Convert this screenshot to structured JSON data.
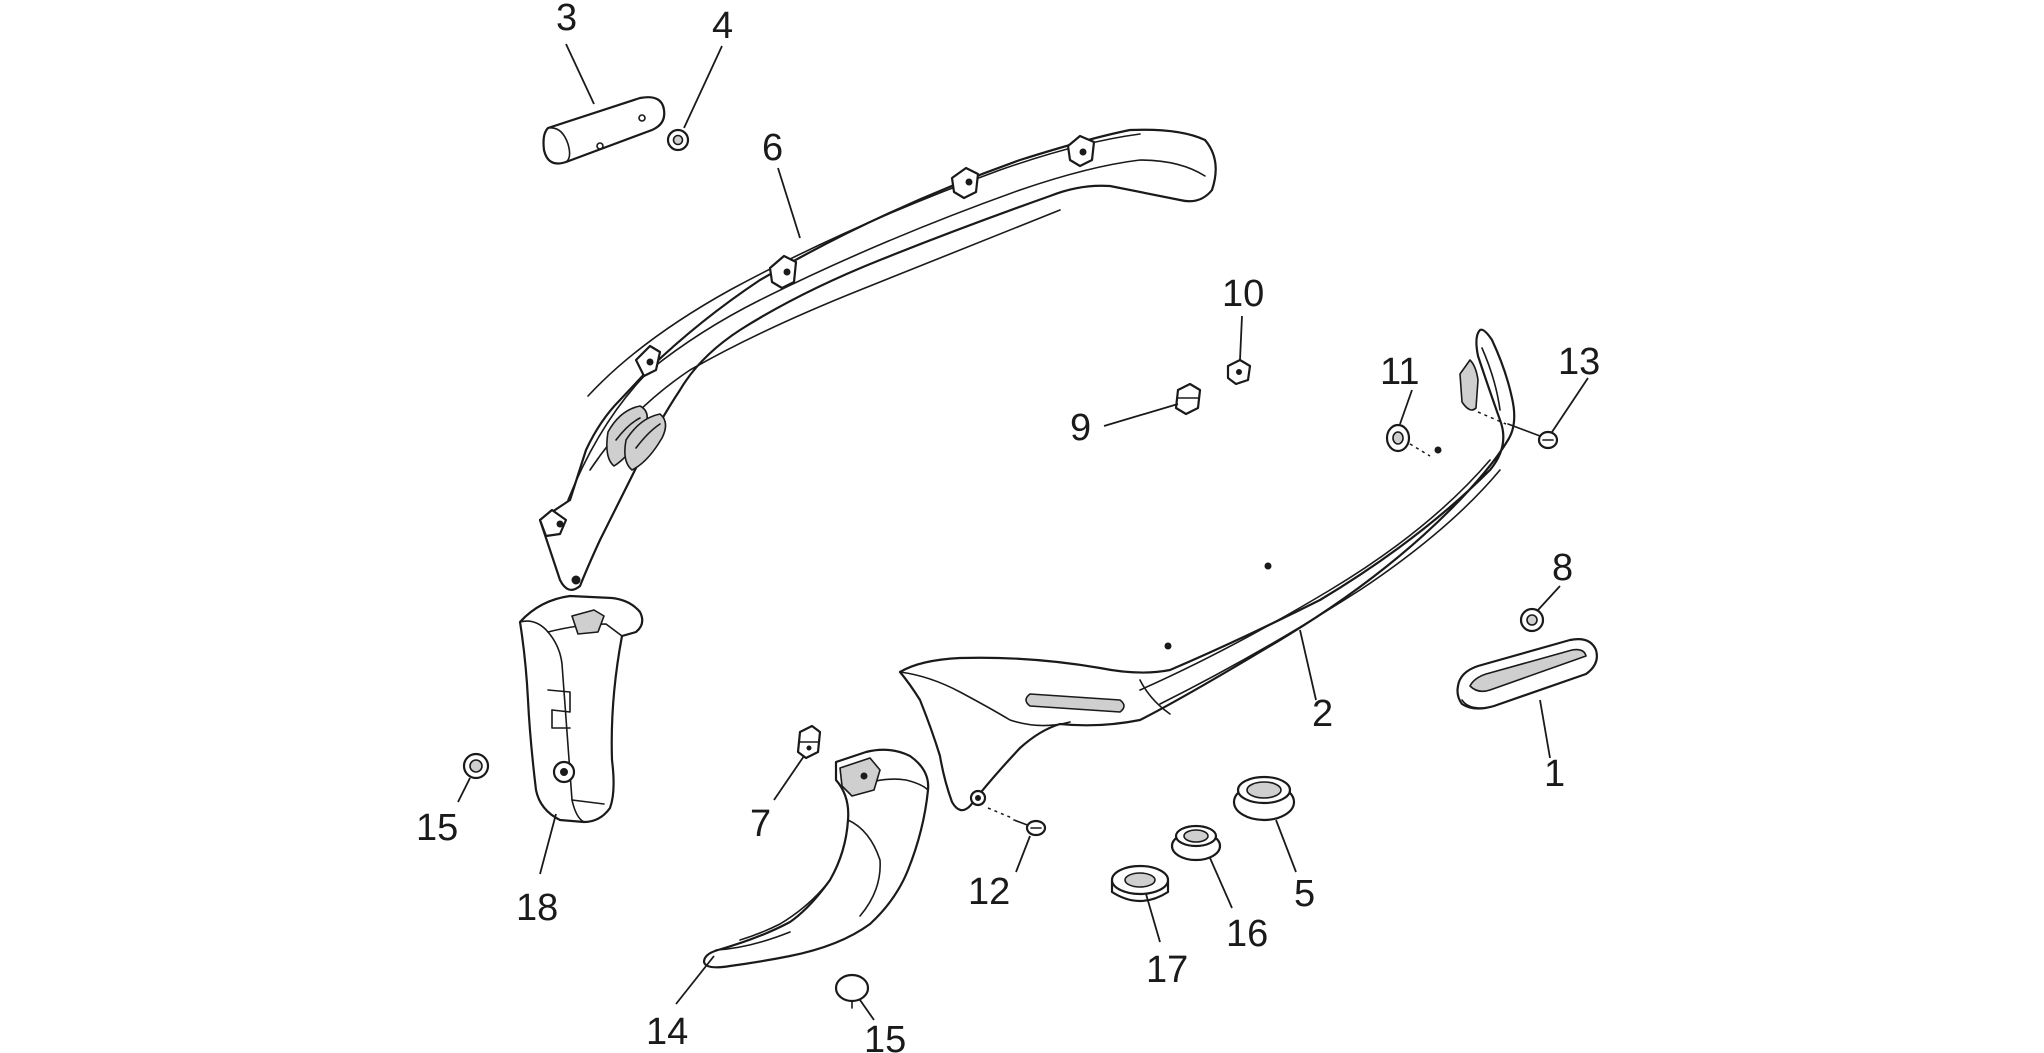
{
  "callouts": [
    {
      "id": "c1",
      "label": "1"
    },
    {
      "id": "c2",
      "label": "2"
    },
    {
      "id": "c3",
      "label": "3"
    },
    {
      "id": "c4",
      "label": "4"
    },
    {
      "id": "c5",
      "label": "5"
    },
    {
      "id": "c6",
      "label": "6"
    },
    {
      "id": "c7",
      "label": "7"
    },
    {
      "id": "c8",
      "label": "8"
    },
    {
      "id": "c9",
      "label": "9"
    },
    {
      "id": "c10",
      "label": "10"
    },
    {
      "id": "c11",
      "label": "11"
    },
    {
      "id": "c12",
      "label": "12"
    },
    {
      "id": "c13",
      "label": "13"
    },
    {
      "id": "c14",
      "label": "14"
    },
    {
      "id": "c15a",
      "label": "15"
    },
    {
      "id": "c15b",
      "label": "15"
    },
    {
      "id": "c16",
      "label": "16"
    },
    {
      "id": "c17",
      "label": "17"
    },
    {
      "id": "c18",
      "label": "18"
    }
  ]
}
